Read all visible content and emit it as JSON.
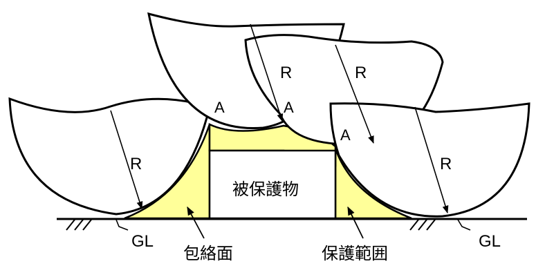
{
  "diagram": {
    "labels": {
      "radius": "R",
      "contact_point": "A",
      "ground_level": "GL",
      "protected_object": "被保護物",
      "envelope_surface": "包絡面",
      "protection_range": "保護範囲"
    },
    "colors": {
      "protected_zone_fill": "#ffff99",
      "line": "#000000",
      "background": "#ffffff"
    }
  }
}
